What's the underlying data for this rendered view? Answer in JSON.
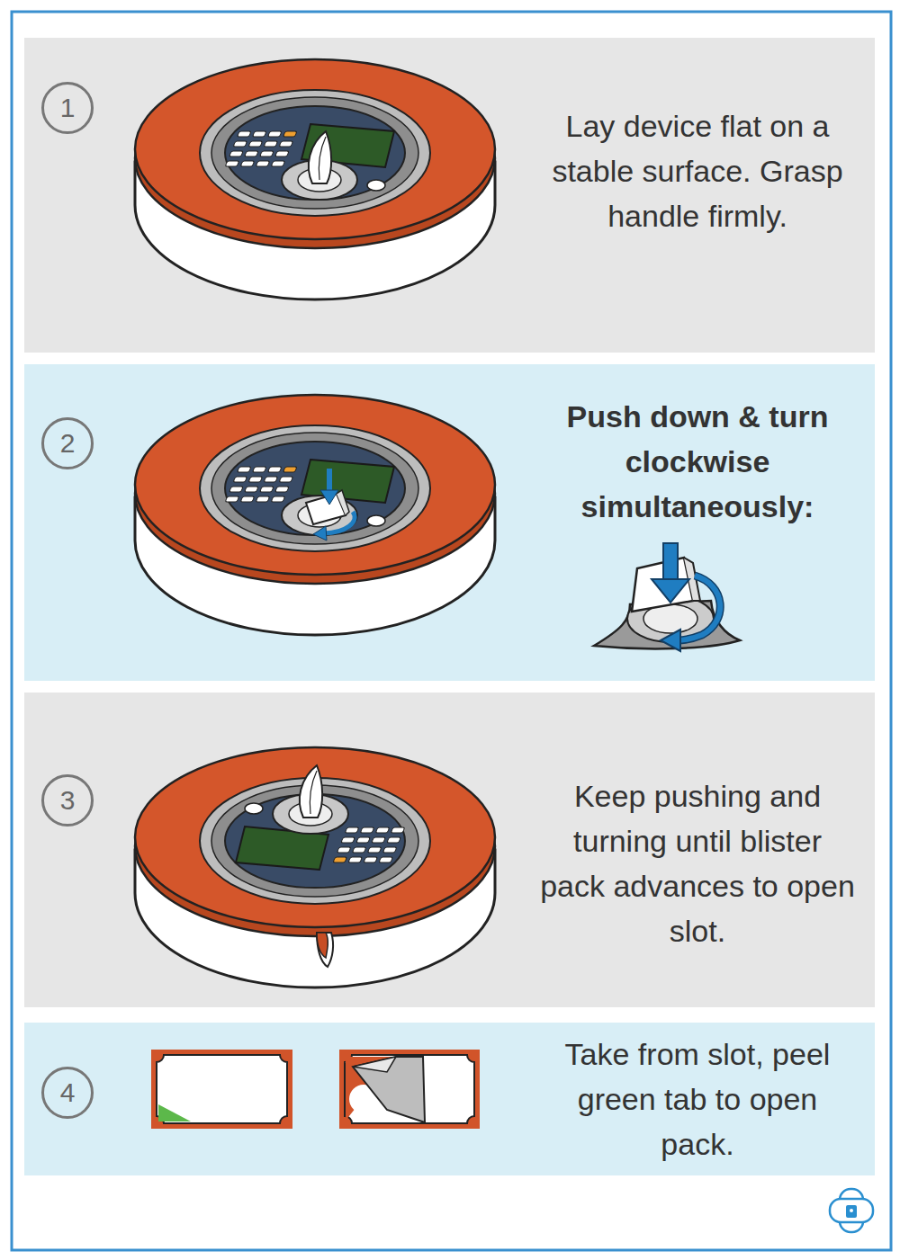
{
  "diagram": {
    "nodes": [
      {
        "text": [
          "Lay device flat on a stable surface. Grasp handle firmly."
        ]
      },
      {
        "text": [
          "1"
        ],
        "in": 0
      },
      {
        "text": [
          "Push down & turn clockwise simultaneously:"
        ]
      },
      {
        "text": [
          "2"
        ],
        "in": 2
      },
      {
        "text": [
          "Keep pushing and turning until blister pack advances to open slot."
        ]
      },
      {
        "text": [
          "3"
        ],
        "in": 4
      },
      {
        "text": [
          "Take from slot, peel green tab to open pack."
        ]
      },
      {
        "text": [
          "4"
        ],
        "in": 6
      }
    ]
  }
}
